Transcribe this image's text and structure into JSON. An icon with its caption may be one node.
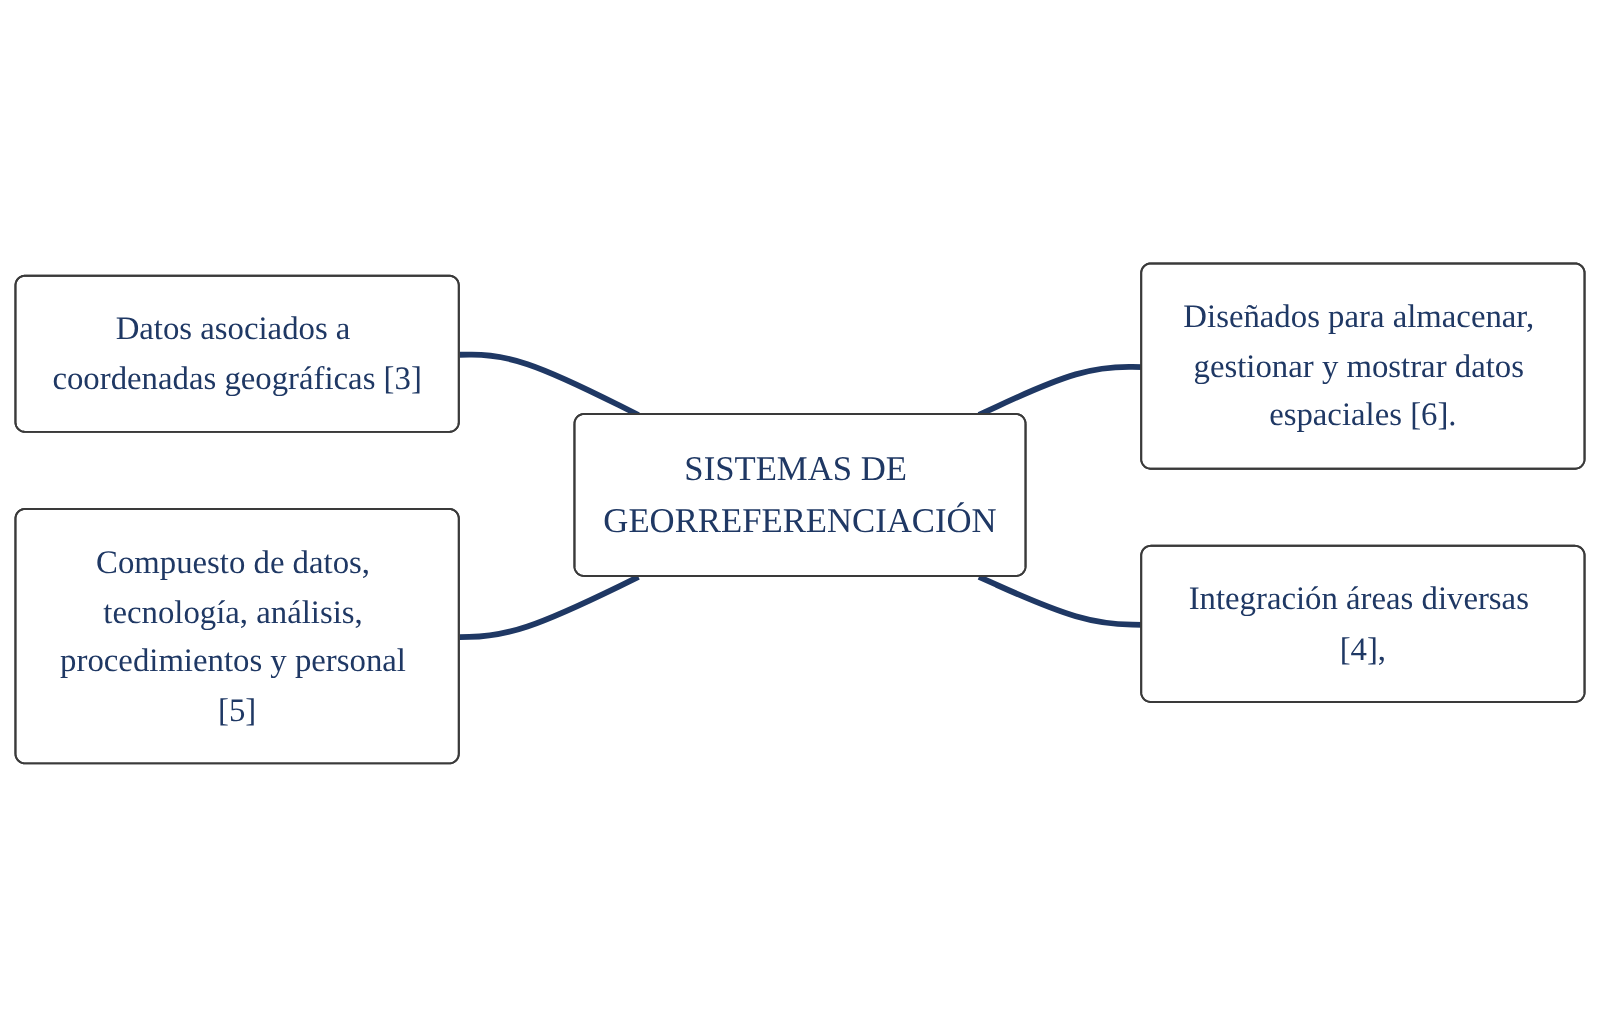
{
  "diagram": {
    "nodes": [
      {
        "text": [
          "Datos asociados a coordenadas geográficas [3]"
        ]
      },
      {
        "text": [
          "Compuesto de datos, tecnología, análisis, procedimientos y personal [5]"
        ]
      },
      {
        "text": [
          "SISTEMAS DE GEORREFERENCIACIÓN"
        ]
      },
      {
        "text": [
          "Diseñados para almacenar, gestionar y mostrar datos espaciales [6]."
        ]
      },
      {
        "text": [
          "Integración áreas diversas [4],"
        ]
      }
    ],
    "edges": [
      {
        "from": 0,
        "to": 2,
        "arrow": "none"
      },
      {
        "from": 1,
        "to": 2,
        "arrow": "none"
      },
      {
        "from": 2,
        "to": 3,
        "arrow": "none"
      },
      {
        "from": 2,
        "to": 4,
        "arrow": "none"
      }
    ]
  }
}
